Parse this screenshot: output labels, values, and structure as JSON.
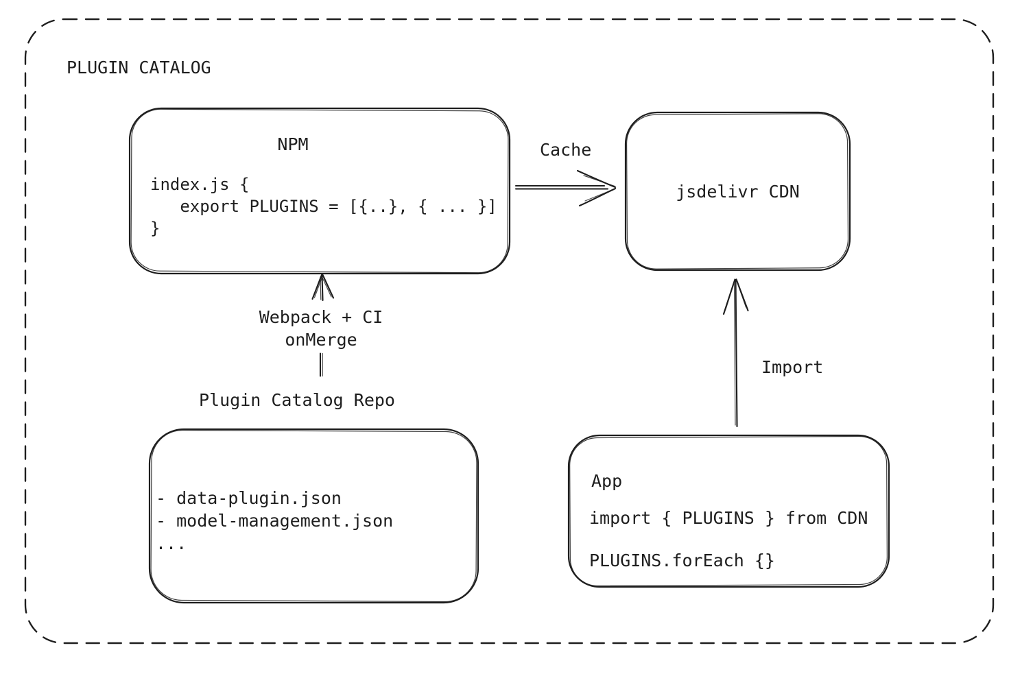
{
  "title": "PLUGIN CATALOG",
  "colors": {
    "stroke": "#1e1e1e",
    "background": "#ffffff"
  },
  "npm": {
    "title": "NPM",
    "code": [
      "index.js {",
      "   export PLUGINS = [{..}, { ... }]",
      "}"
    ]
  },
  "cdn": {
    "label": "jsdelivr CDN"
  },
  "repo": {
    "label": "Plugin Catalog Repo",
    "files": [
      "- data-plugin.json",
      "- model-management.json",
      "..."
    ]
  },
  "app": {
    "title": "App",
    "code": [
      "import { PLUGINS } from CDN",
      "PLUGINS.forEach {}"
    ]
  },
  "arrows": {
    "cache": {
      "label": "Cache"
    },
    "build": {
      "label_line1": "Webpack + CI",
      "label_line2": "onMerge"
    },
    "import": {
      "label": "Import"
    }
  }
}
